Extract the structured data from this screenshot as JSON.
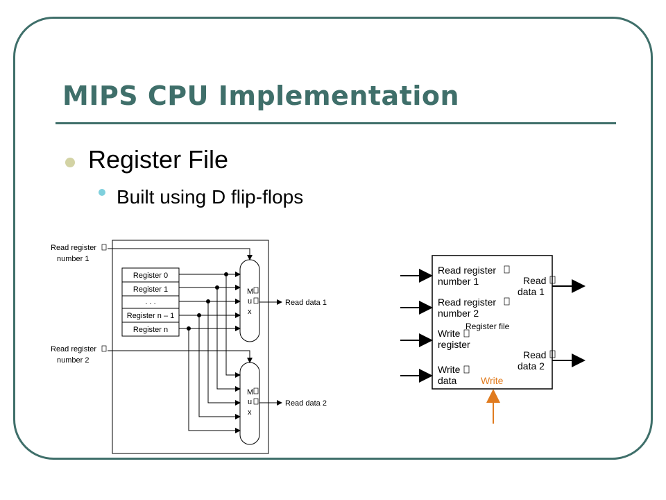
{
  "slide": {
    "title": "MIPS CPU Implementation",
    "bullet": "Register File",
    "sub_bullet": "Built using D flip-flops"
  },
  "left_diagram": {
    "read_reg_1_line1": "Read register",
    "read_reg_1_line2": "number 1",
    "read_reg_2_line1": "Read register",
    "read_reg_2_line2": "number 2",
    "registers": [
      "Register 0",
      "Register 1",
      ". . .",
      "Register n – 1",
      "Register n"
    ],
    "mux_letters": [
      "M",
      "u",
      "x"
    ],
    "read_data_1": "Read data 1",
    "read_data_2": "Read data 2"
  },
  "right_diagram": {
    "read_reg_1_line1": "Read register",
    "read_reg_1_line2": "number 1",
    "read_reg_2_line1": "Read register",
    "read_reg_2_line2": "number 2",
    "write_reg_line1": "Write",
    "write_reg_line2": "register",
    "write_data_line1": "Write",
    "write_data_line2": "data",
    "center_label": "Register file",
    "read_data_1_line1": "Read",
    "read_data_1_line2": "data 1",
    "read_data_2_line1": "Read",
    "read_data_2_line2": "data 2",
    "write_signal": "Write",
    "write_color": "#e07b1f"
  }
}
